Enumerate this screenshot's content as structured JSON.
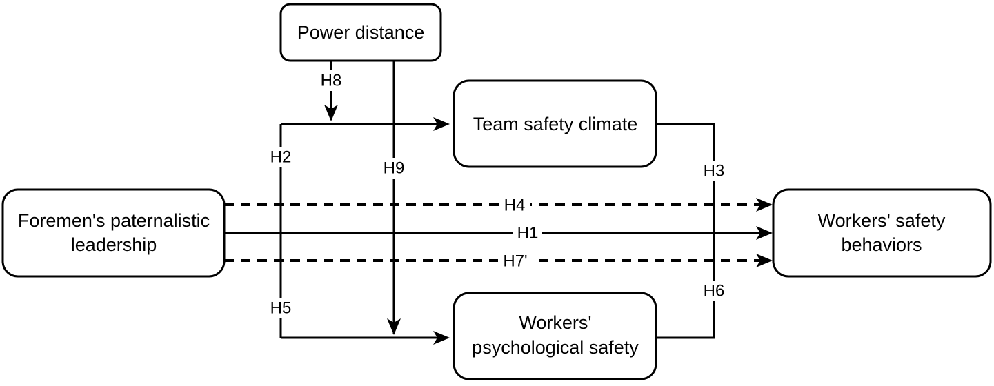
{
  "nodes": {
    "power_distance": "Power distance",
    "team_safety_climate": "Team safety climate",
    "foremen_line1": "Foremen's paternalistic",
    "foremen_line2": "leadership",
    "workers_behaviors_line1": "Workers' safety",
    "workers_behaviors_line2": "behaviors",
    "psych_safety_line1": "Workers'",
    "psych_safety_line2": "psychological safety"
  },
  "hypotheses": {
    "h1": "H1",
    "h2": "H2",
    "h3": "H3",
    "h4": "H4",
    "h5": "H5",
    "h6": "H6",
    "h7": "H7'",
    "h8": "H8",
    "h9": "H9"
  }
}
